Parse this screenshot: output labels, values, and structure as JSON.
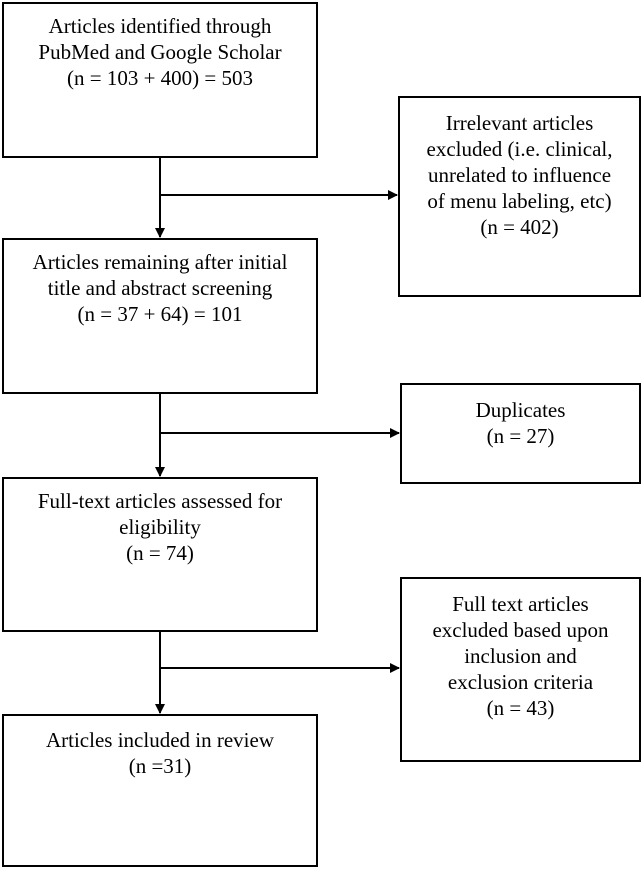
{
  "flow_boxes": {
    "identified": {
      "lines": [
        "Articles identified through",
        "PubMed and Google Scholar",
        "(n = 103 + 400) = 503"
      ]
    },
    "screened": {
      "lines": [
        "Articles remaining after initial",
        "title and abstract screening",
        "(n = 37 + 64) = 101"
      ]
    },
    "assessed": {
      "lines": [
        "Full-text articles assessed for",
        "eligibility",
        "(n = 74)"
      ]
    },
    "included": {
      "lines": [
        "Articles included in review",
        "(n =31)"
      ]
    }
  },
  "excluded_boxes": {
    "irrelevant": {
      "lines": [
        "Irrelevant articles",
        "excluded (i.e. clinical,",
        "unrelated to influence",
        "of menu labeling, etc)",
        "(n = 402)"
      ]
    },
    "duplicates": {
      "lines": [
        "Duplicates",
        "(n = 27)"
      ]
    },
    "criteria": {
      "lines": [
        "Full text articles",
        "excluded based upon",
        "inclusion and",
        "exclusion criteria",
        "(n = 43)"
      ]
    }
  }
}
